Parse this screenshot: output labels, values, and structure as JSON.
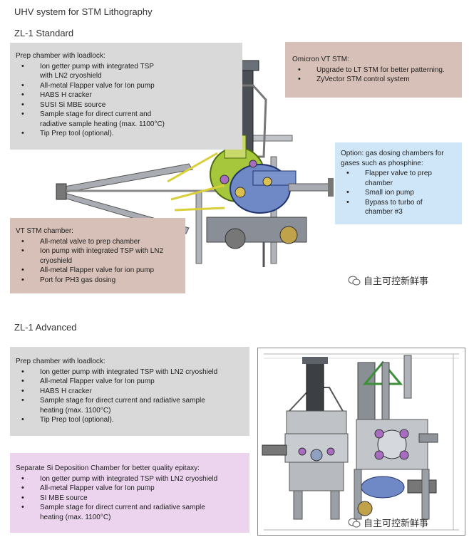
{
  "page": {
    "title": "UHV system for STM Lithography",
    "section_standard": "ZL-1 Standard",
    "section_advanced": "ZL-1 Advanced",
    "watermark": "自主可控新鲜事",
    "watermark_icon": "wechat-icon"
  },
  "standard": {
    "prep": {
      "heading": "Prep chamber with loadlock:",
      "items": [
        "Ion getter pump with integrated TSP",
        "with LN2 cryoshield",
        "All-metal Flapper valve for Ion pump",
        "HABS H cracker",
        "SUSI Si MBE source",
        "Sample stage for direct current and",
        "radiative sample heating (max. 1100°C)",
        "Tip Prep tool (optional)."
      ]
    },
    "omicron": {
      "heading": "Omicron VT STM:",
      "items": [
        "Upgrade to LT STM for better patterning.",
        "ZyVector STM control system"
      ]
    },
    "option": {
      "heading1": "Option: gas dosing chambers for",
      "heading2": "gases such as phosphine:",
      "items": [
        "Flapper valve to prep",
        "chamber",
        "Small ion pump",
        "Bypass to turbo of",
        "chamber #3"
      ]
    },
    "vtstm": {
      "heading": "VT STM chamber:",
      "items": [
        "All-metal valve to prep chamber",
        "Ion pump with integrated TSP with LN2",
        "cryoshield",
        "All-metal Flapper valve for ion pump",
        "Port for PH3 gas dosing"
      ]
    }
  },
  "advanced": {
    "prep": {
      "heading": "Prep chamber with loadlock:",
      "items": [
        "Ion getter pump with integrated TSP with LN2 cryoshield",
        "All-metal Flapper valve for Ion pump",
        "HABS H cracker",
        "Sample stage for direct current and radiative sample",
        "heating (max. 1100°C)",
        "Tip Prep tool (optional)."
      ]
    },
    "si": {
      "heading": "Separate Si Deposition Chamber for better quality epitaxy:",
      "items": [
        "Ion getter pump with integrated TSP with LN2 cryoshield",
        "All-metal Flapper valve for Ion pump",
        "SI MBE source",
        "Sample stage for direct current and radiative sample",
        "heating (max. 1100°C)"
      ]
    }
  },
  "colors": {
    "gray_box": "#d9d9d9",
    "taupe_box": "#d7c0b8",
    "blue_box": "#cfe6f8",
    "pink_box": "#ecd4ef"
  }
}
